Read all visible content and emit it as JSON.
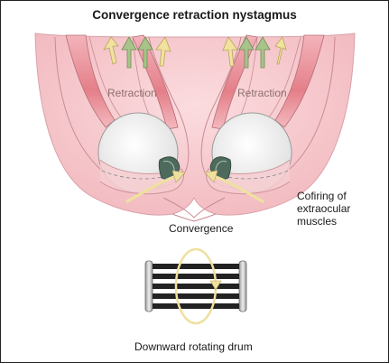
{
  "title": "Convergence retraction nystagmus",
  "labels": {
    "retraction_left": "Retraction",
    "retraction_right": "Retraction",
    "convergence": "Convergence",
    "cofiring": "Cofiring of extraocular muscles",
    "drum": "Downward rotating drum"
  },
  "colors": {
    "skin": "#f6c9cc",
    "skin_edge": "#d79aa0",
    "muscle_red": "#e88f97",
    "arrow_green": "#a8c48a",
    "arrow_yellow": "#f1e2a0",
    "iris": "#4d6a5c",
    "drum_band": "#222222"
  }
}
